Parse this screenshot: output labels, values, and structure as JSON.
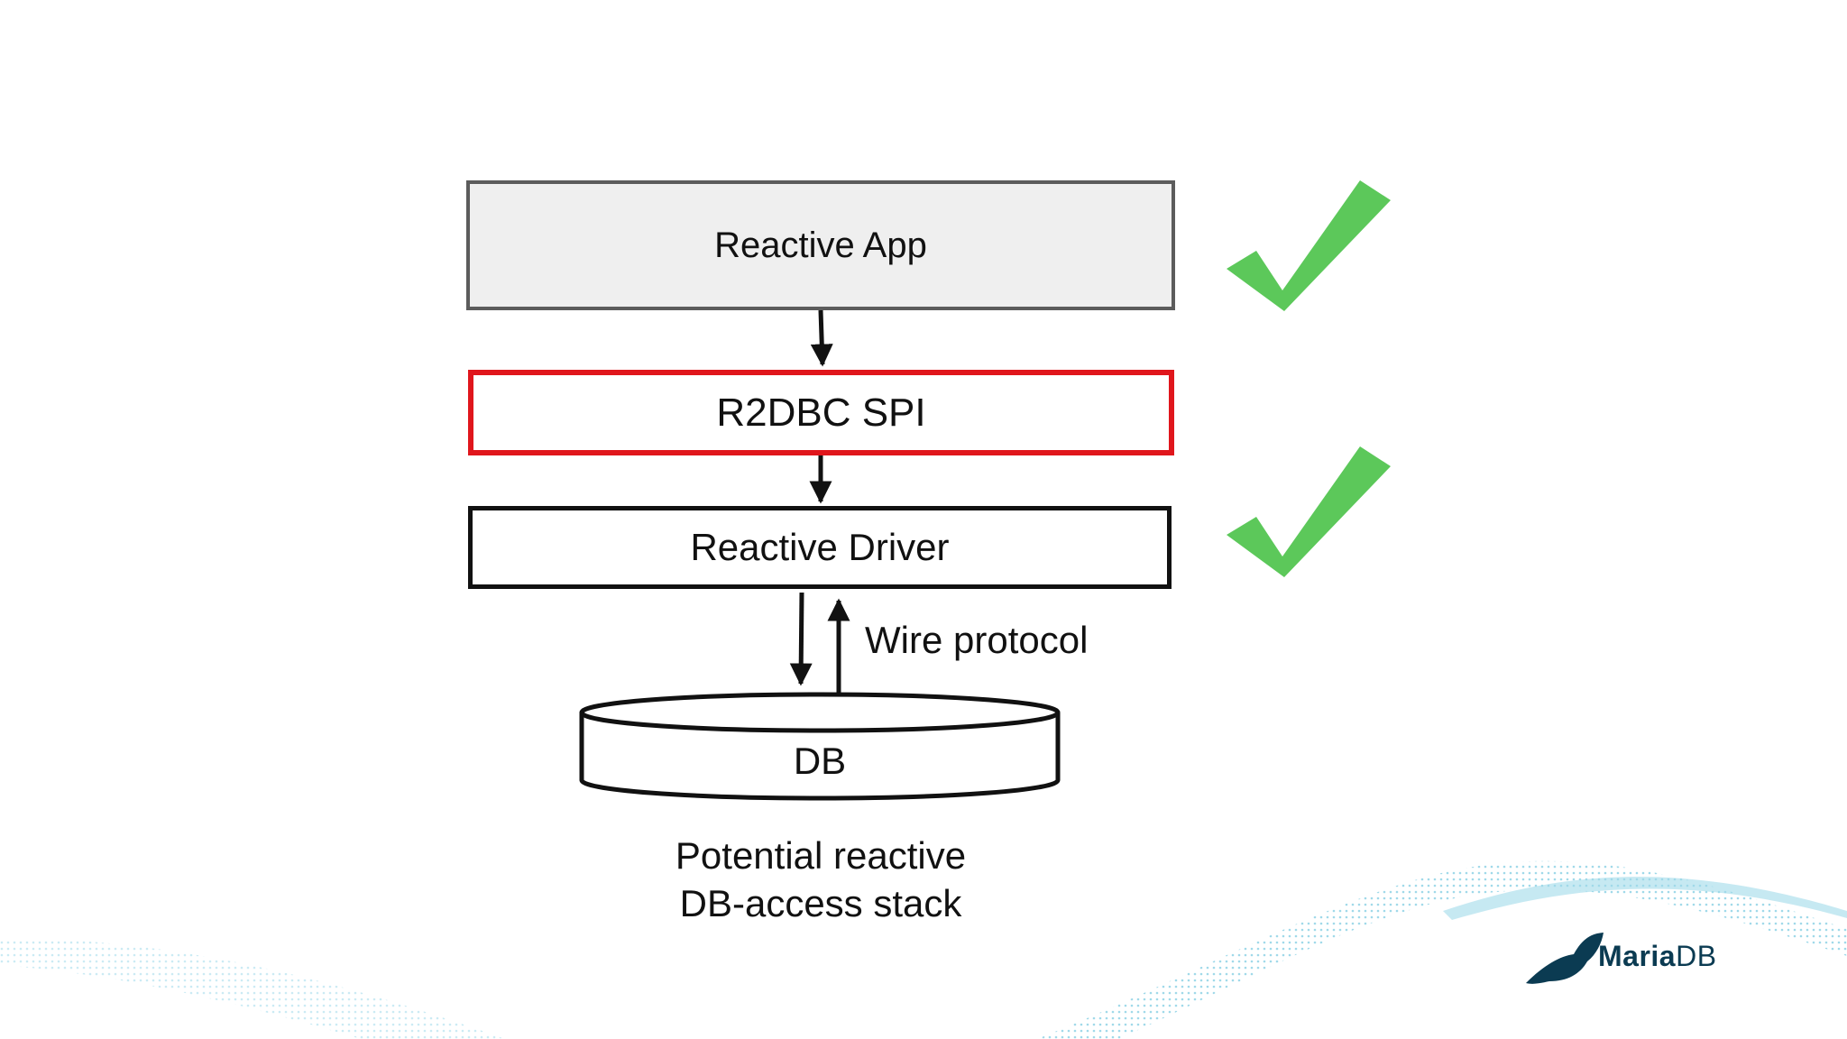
{
  "diagram": {
    "boxes": {
      "app": "Reactive App",
      "spi": "R2DBC SPI",
      "driver": "Reactive Driver",
      "db": "DB"
    },
    "edge_label": "Wire protocol",
    "caption_line1": "Potential reactive",
    "caption_line2": "DB-access stack"
  },
  "logo": {
    "part1": "Maria",
    "part2": "DB"
  },
  "colors": {
    "highlight_border": "#e0161c",
    "check": "#5cc85a",
    "wave": "#8fd3e6",
    "logo": "#0b3b52"
  },
  "icons": [
    "checkmark-icon",
    "seal-icon"
  ]
}
